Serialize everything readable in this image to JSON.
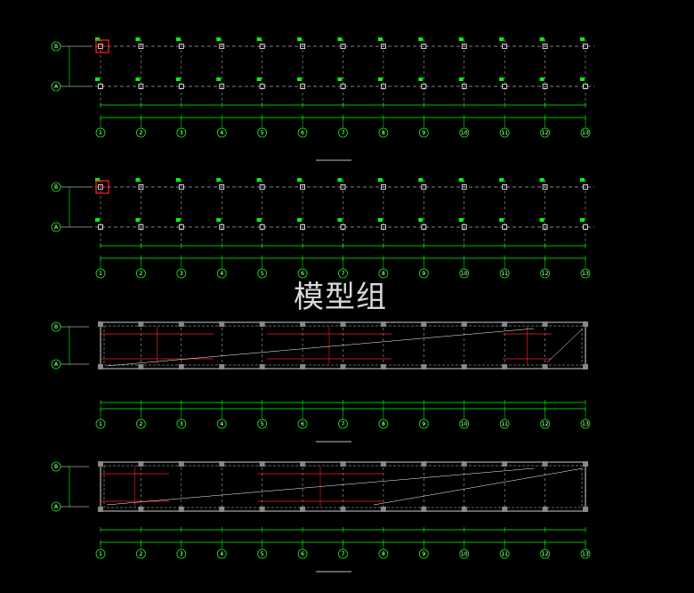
{
  "watermark": "模型组",
  "column_axes": [
    "1",
    "2",
    "3",
    "4",
    "5",
    "6",
    "7",
    "8",
    "9",
    "10",
    "11",
    "12",
    "13"
  ],
  "row_axes": [
    "B",
    "A"
  ],
  "colors": {
    "background": "#000000",
    "grid_line": "#ffffff",
    "dim_line": "#00ff00",
    "beam": "#ff2020",
    "axis_bubble": "#00ff00"
  },
  "plans": [
    {
      "id": "plan-1",
      "kind": "column-layout"
    },
    {
      "id": "plan-2",
      "kind": "column-layout"
    },
    {
      "id": "plan-3",
      "kind": "beam-slab"
    },
    {
      "id": "plan-4",
      "kind": "beam-slab"
    }
  ]
}
